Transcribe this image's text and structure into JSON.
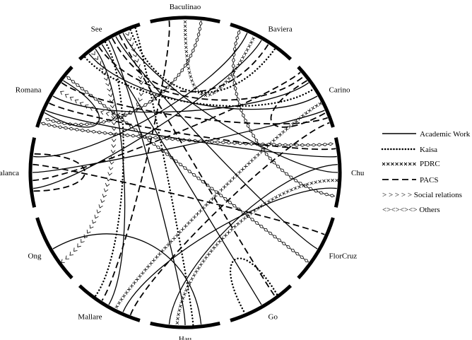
{
  "nodes": [
    {
      "name": "Baculinao"
    },
    {
      "name": "Baviera"
    },
    {
      "name": "Carino"
    },
    {
      "name": "Chu"
    },
    {
      "name": "FlorCruz"
    },
    {
      "name": "Go"
    },
    {
      "name": "Hau"
    },
    {
      "name": "Mallare"
    },
    {
      "name": "Ong"
    },
    {
      "name": "Palanca"
    },
    {
      "name": "Romana"
    },
    {
      "name": "See"
    }
  ],
  "legend": [
    {
      "style": "solid",
      "label": "Academic Work"
    },
    {
      "style": "dotted",
      "label": "Kaisa"
    },
    {
      "style": "cross",
      "label": "PDRC"
    },
    {
      "style": "dashed",
      "label": "PACS"
    },
    {
      "style": "chevron",
      "label": "> > > > >  Social relations"
    },
    {
      "style": "diamond",
      "label": "<><><><>  Others"
    }
  ],
  "links": [
    {
      "from": "See",
      "to": "Hau",
      "type": "solid"
    },
    {
      "from": "See",
      "to": "Mallare",
      "type": "solid"
    },
    {
      "from": "See",
      "to": "Chu",
      "type": "solid"
    },
    {
      "from": "See",
      "to": "Go",
      "type": "solid"
    },
    {
      "from": "See",
      "to": "FlorCruz",
      "type": "solid"
    },
    {
      "from": "See",
      "to": "Carino",
      "type": "solid"
    },
    {
      "from": "Romana",
      "to": "Carino",
      "type": "solid"
    },
    {
      "from": "Romana",
      "to": "Chu",
      "type": "solid"
    },
    {
      "from": "Romana",
      "to": "Romana",
      "type": "solid"
    },
    {
      "from": "Palanca",
      "to": "Carino",
      "type": "solid"
    },
    {
      "from": "Palanca",
      "to": "Baviera",
      "type": "solid"
    },
    {
      "from": "Ong",
      "to": "Hau",
      "type": "solid"
    },
    {
      "from": "Mallare",
      "to": "Chu",
      "type": "solid"
    },
    {
      "from": "Hau",
      "to": "Chu",
      "type": "solid"
    },
    {
      "from": "Baviera",
      "to": "Palanca",
      "type": "solid"
    },
    {
      "from": "See",
      "to": "Baviera",
      "type": "dotted"
    },
    {
      "from": "See",
      "to": "Carino",
      "type": "dotted"
    },
    {
      "from": "See",
      "to": "Hau",
      "type": "dotted"
    },
    {
      "from": "See",
      "to": "Mallare",
      "type": "dotted"
    },
    {
      "from": "Go",
      "to": "Go",
      "type": "dotted"
    },
    {
      "from": "Baculinao",
      "to": "Baviera",
      "type": "cross"
    },
    {
      "from": "Mallare",
      "to": "Carino",
      "type": "cross"
    },
    {
      "from": "Hau",
      "to": "Chu",
      "type": "cross"
    },
    {
      "from": "See",
      "to": "Baviera",
      "type": "dashed"
    },
    {
      "from": "Baculinao",
      "to": "Mallare",
      "type": "dashed"
    },
    {
      "from": "See",
      "to": "Carino",
      "type": "dashed"
    },
    {
      "from": "Romana",
      "to": "Carino",
      "type": "dashed"
    },
    {
      "from": "Romana",
      "to": "Chu",
      "type": "dashed"
    },
    {
      "from": "Palanca",
      "to": "Carino",
      "type": "dashed"
    },
    {
      "from": "Palanca",
      "to": "FlorCruz",
      "type": "dashed"
    },
    {
      "from": "Palanca",
      "to": "Palanca",
      "type": "dashed"
    },
    {
      "from": "Mallare",
      "to": "Carino",
      "type": "dashed"
    },
    {
      "from": "See",
      "to": "Go",
      "type": "dashed"
    },
    {
      "from": "Carino",
      "to": "Carino",
      "type": "dashed"
    },
    {
      "from": "See",
      "to": "Ong",
      "type": "chevron"
    },
    {
      "from": "See",
      "to": "Romana",
      "type": "chevron"
    },
    {
      "from": "Baculinao",
      "to": "Romana",
      "type": "diamond"
    },
    {
      "from": "Baviera",
      "to": "Chu",
      "type": "diamond"
    },
    {
      "from": "Romana",
      "to": "FlorCruz",
      "type": "diamond"
    },
    {
      "from": "Romana",
      "to": "Chu",
      "type": "diamond"
    }
  ]
}
